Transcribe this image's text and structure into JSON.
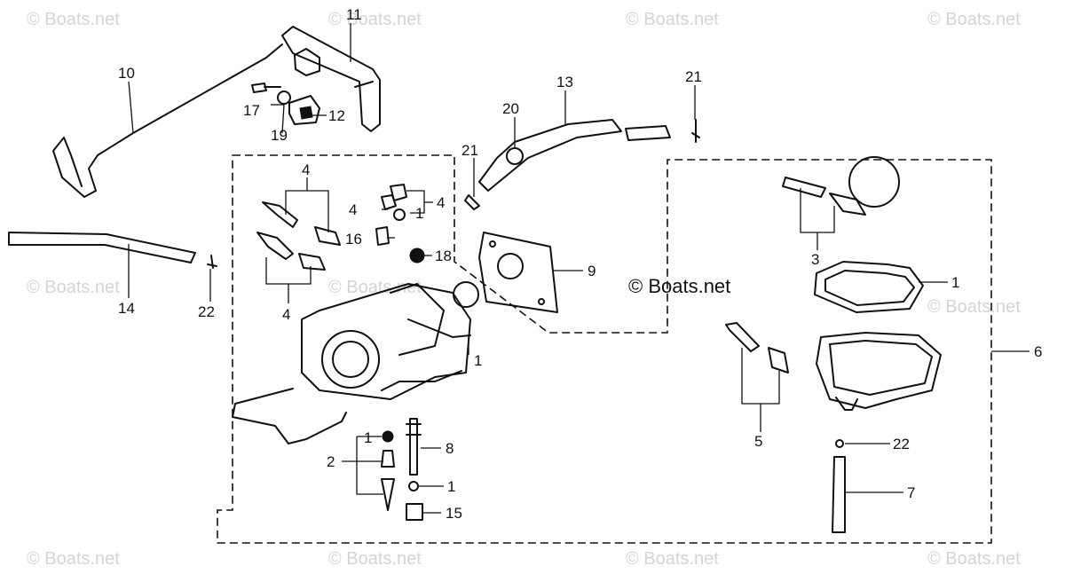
{
  "watermark": {
    "corner_text": "© Boats.net",
    "center_text": "© Boats.net"
  },
  "callouts": {
    "c1a": "1",
    "c1b": "1",
    "c1c": "1",
    "c1d": "1",
    "c1e": "1",
    "c2": "2",
    "c3": "3",
    "c4a": "4",
    "c4b": "4",
    "c4c": "4",
    "c4d": "4",
    "c5": "5",
    "c6": "6",
    "c7": "7",
    "c8": "8",
    "c9": "9",
    "c10": "10",
    "c11": "11",
    "c12": "12",
    "c13": "13",
    "c14": "14",
    "c15": "15",
    "c16": "16",
    "c17": "17",
    "c18": "18",
    "c19": "19",
    "c20": "20",
    "c21a": "21",
    "c21b": "21",
    "c22a": "22",
    "c22b": "22"
  },
  "colors": {
    "ink": "#111111",
    "watermark": "#d4d4d4",
    "background": "#ffffff"
  }
}
